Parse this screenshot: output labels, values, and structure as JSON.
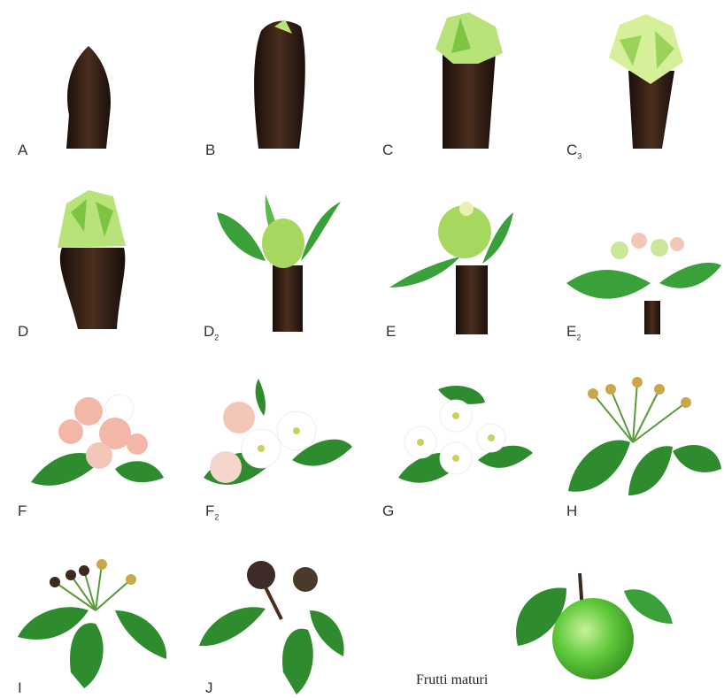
{
  "stages": [
    {
      "id": "A",
      "label": "A",
      "sub": ""
    },
    {
      "id": "B",
      "label": "B",
      "sub": ""
    },
    {
      "id": "C",
      "label": "C",
      "sub": ""
    },
    {
      "id": "C3",
      "label": "C",
      "sub": "3"
    },
    {
      "id": "D",
      "label": "D",
      "sub": ""
    },
    {
      "id": "D2",
      "label": "D",
      "sub": "2"
    },
    {
      "id": "E",
      "label": "E",
      "sub": ""
    },
    {
      "id": "E2",
      "label": "E",
      "sub": "2"
    },
    {
      "id": "F",
      "label": "F",
      "sub": ""
    },
    {
      "id": "F2",
      "label": "F",
      "sub": "2"
    },
    {
      "id": "G",
      "label": "G",
      "sub": ""
    },
    {
      "id": "H",
      "label": "H",
      "sub": ""
    },
    {
      "id": "I",
      "label": "I",
      "sub": ""
    },
    {
      "id": "J",
      "label": "J",
      "sub": ""
    }
  ],
  "caption": "Frutti maturi",
  "colors": {
    "bark": "#2a1a12",
    "bark_light": "#5a3a28",
    "leaf": "#2e8b2e",
    "leaf_light": "#7dc442",
    "bud_green": "#b8e27a",
    "petal_white": "#ffffff",
    "petal_pink": "#f3b7a8",
    "fruit": "#6fcf4a"
  }
}
